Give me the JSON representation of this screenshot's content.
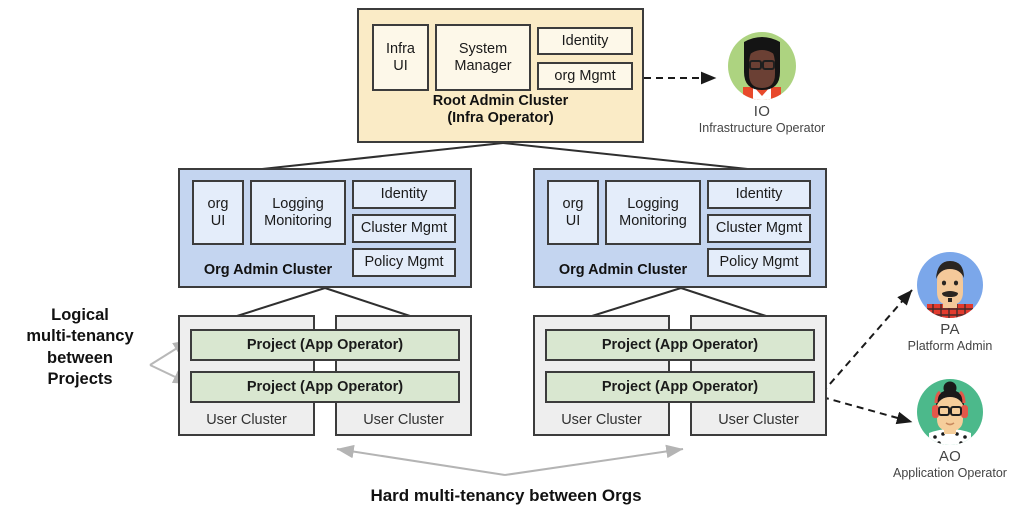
{
  "diagram": {
    "root_cluster": {
      "title_line1": "Root Admin Cluster",
      "title_line2": "(Infra Operator)",
      "components": [
        {
          "label_line1": "Infra",
          "label_line2": "UI"
        },
        {
          "label_line1": "System",
          "label_line2": "Manager"
        },
        {
          "label_line1": "Identity",
          "label_line2": ""
        },
        {
          "label_line1": "org Mgmt",
          "label_line2": ""
        }
      ],
      "fill": "#FAEBC6",
      "component_fill": "#FDF8E9"
    },
    "org_clusters": [
      {
        "title": "Org Admin Cluster",
        "components": [
          {
            "label_line1": "org",
            "label_line2": "UI"
          },
          {
            "label_line1": "Logging",
            "label_line2": "Monitoring"
          },
          {
            "label_line1": "Identity",
            "label_line2": ""
          },
          {
            "label_line1": "Cluster Mgmt",
            "label_line2": ""
          },
          {
            "label_line1": "Policy Mgmt",
            "label_line2": ""
          }
        ],
        "user_clusters": [
          {
            "label": "User Cluster"
          },
          {
            "label": "User Cluster"
          }
        ],
        "projects": [
          {
            "label": "Project (App Operator)"
          },
          {
            "label": "Project (App Operator)"
          }
        ]
      },
      {
        "title": "Org Admin Cluster",
        "components": [
          {
            "label_line1": "org",
            "label_line2": "UI"
          },
          {
            "label_line1": "Logging",
            "label_line2": "Monitoring"
          },
          {
            "label_line1": "Identity",
            "label_line2": ""
          },
          {
            "label_line1": "Cluster Mgmt",
            "label_line2": ""
          },
          {
            "label_line1": "Policy Mgmt",
            "label_line2": ""
          }
        ],
        "user_clusters": [
          {
            "label": "User Cluster"
          },
          {
            "label": "User Cluster"
          }
        ],
        "projects": [
          {
            "label": "Project (App Operator)"
          },
          {
            "label": "Project  (App Operator)"
          }
        ]
      }
    ],
    "annotations": {
      "left_note": "Logical\nmulti-tenancy\nbetween\nProjects",
      "left_note_lines": [
        "Logical",
        "multi-tenancy",
        "between",
        "Projects"
      ],
      "bottom_note": "Hard multi-tenancy between Orgs"
    },
    "personas": [
      {
        "abbr": "IO",
        "role": "Infrastructure Operator",
        "circle_color": "#ADD380",
        "skin": "#6B4034",
        "hair": "#141414"
      },
      {
        "abbr": "PA",
        "role": "Platform Admin",
        "circle_color": "#7BA7EA",
        "skin": "#F4C99A",
        "hair": "#2A2521"
      },
      {
        "abbr": "AO",
        "role": "Application Operator",
        "circle_color": "#4CB98B",
        "skin": "#F6CE9B",
        "hair": "#1A1A1A"
      }
    ],
    "colors": {
      "cream": "#FAEBC6",
      "cream_light": "#FDF8E9",
      "blue": "#C4D5F0",
      "blue_light": "#E4EDFA",
      "grey": "#EEEEEE",
      "green": "#D9E7D0",
      "stroke": "#3C3C3C",
      "arrow_grey": "#B4B4B4",
      "arrow_dark": "#1A1A1A"
    }
  }
}
